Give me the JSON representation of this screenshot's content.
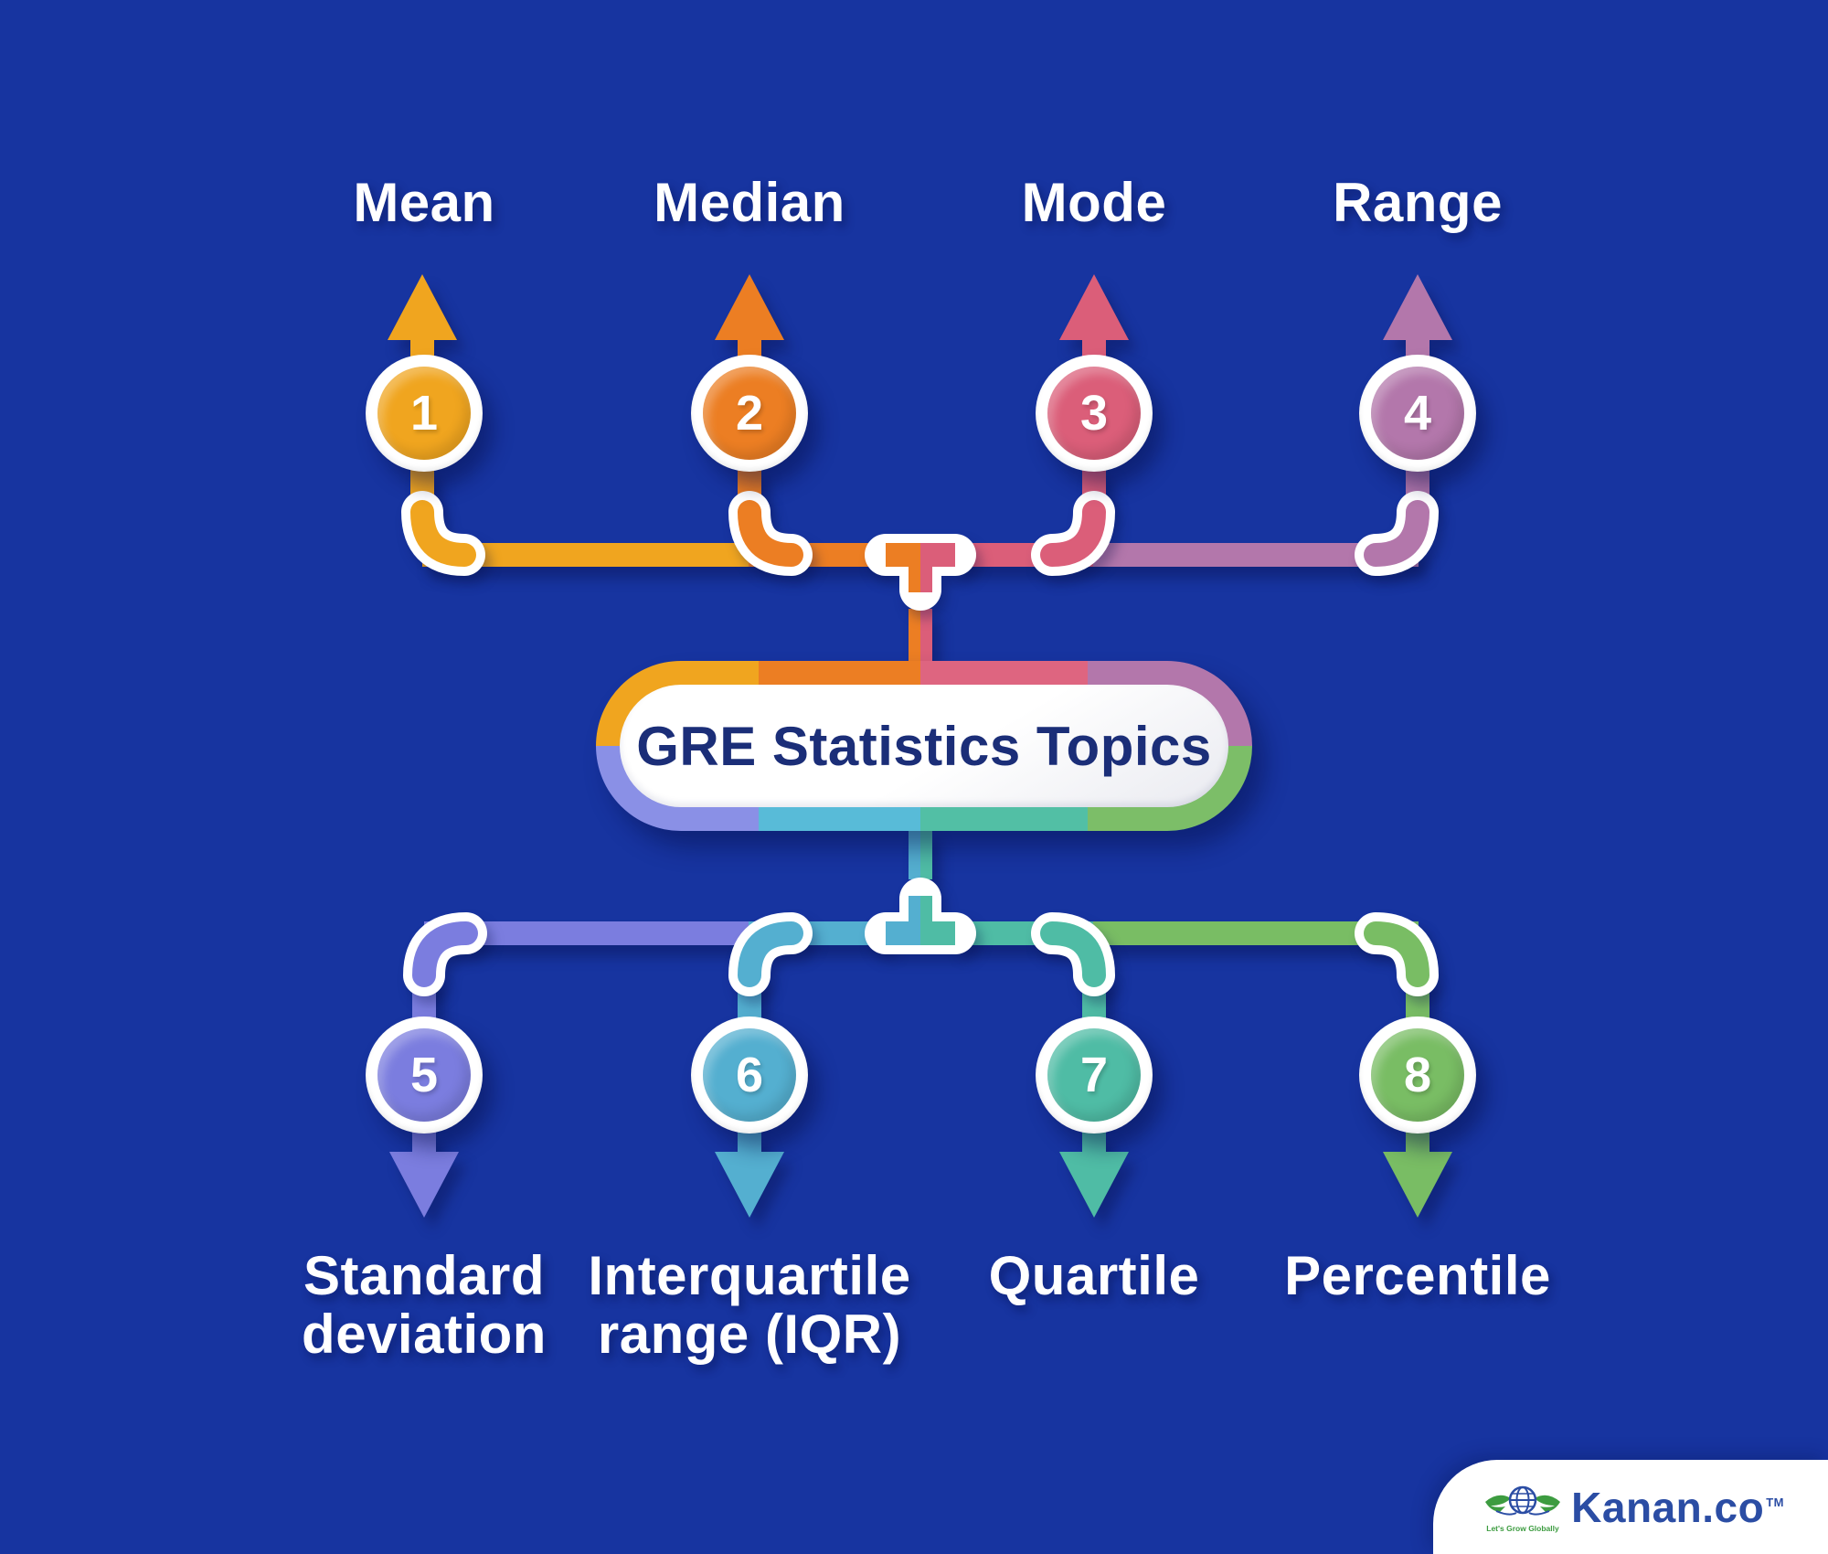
{
  "title": "GRE Statistics Topics",
  "nodes": [
    {
      "number": "1",
      "label": "Mean",
      "color": "#F0A51F"
    },
    {
      "number": "2",
      "label": "Median",
      "color": "#EC7E23"
    },
    {
      "number": "3",
      "label": "Mode",
      "color": "#DB5E79"
    },
    {
      "number": "4",
      "label": "Range",
      "color": "#B377AB"
    },
    {
      "number": "5",
      "label": "Standard\ndeviation",
      "color": "#7B7DDF"
    },
    {
      "number": "6",
      "label": "Interquartile\nrange (IQR)",
      "color": "#54AFD0"
    },
    {
      "number": "7",
      "label": "Quartile",
      "color": "#4FBCA5"
    },
    {
      "number": "8",
      "label": "Percentile",
      "color": "#79BD64"
    }
  ],
  "logo": {
    "brand": "Kanan.co",
    "tm": "TM",
    "tagline": "Let's Grow Globally"
  },
  "theme": {
    "bg": "#1734A0",
    "node1": "#F0A51F",
    "node2": "#EC7E23",
    "node3": "#DB5E79",
    "node4": "#B377AB",
    "node5": "#7B7DDF",
    "node6": "#54AFD0",
    "node7": "#4FBCA5",
    "node8": "#79BD64",
    "pbYellow": "#F0A51F",
    "pbOrange": "#EC7E23",
    "pbPink": "#DE6580",
    "pbMauve": "#B377AB",
    "pbPeriwinkle": "#8A90E6",
    "pbCyan": "#58BBD8",
    "pbTeal": "#52BFA5",
    "pbGreen": "#7CBE68"
  }
}
